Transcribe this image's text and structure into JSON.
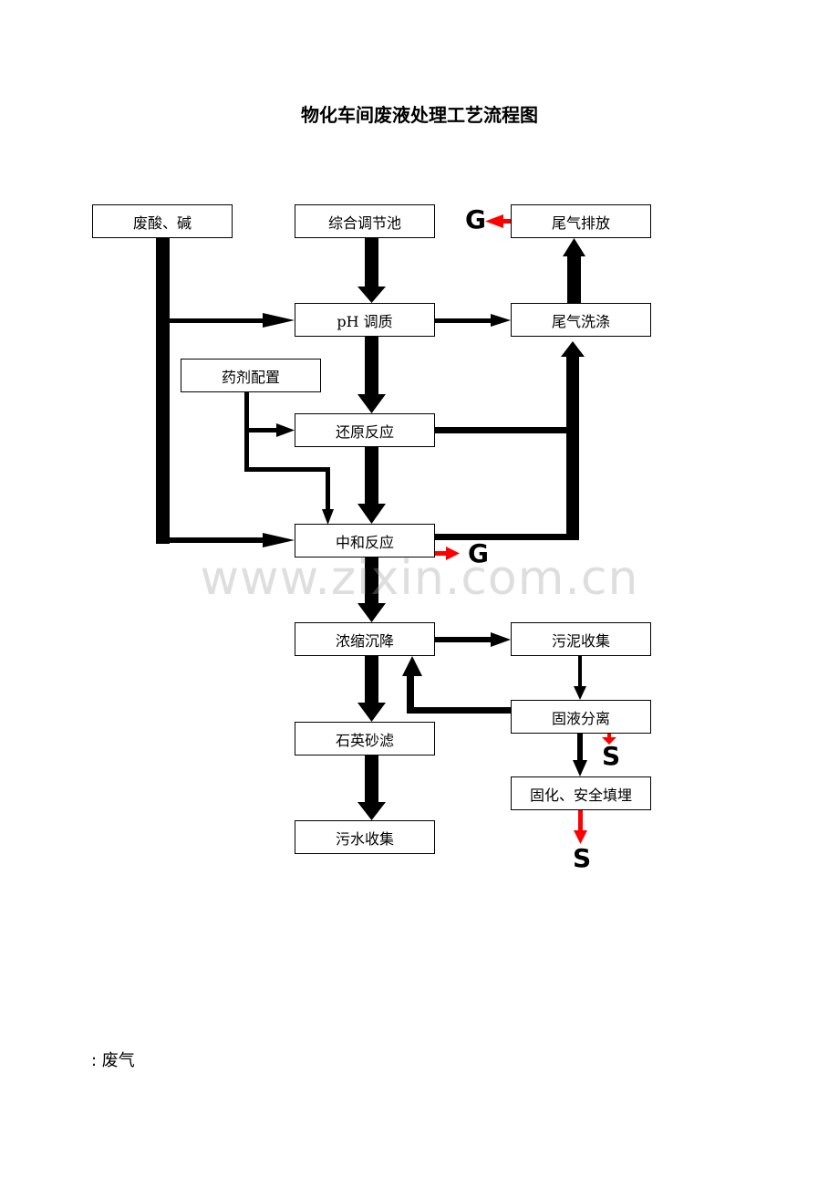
{
  "title": "物化车间废液处理工艺流程图",
  "nodes": {
    "acid_base": "废酸、碱",
    "equalization": "综合调节池",
    "tail_gas_exhaust": "尾气排放",
    "ph_adjust": "pH 调质",
    "tail_gas_scrub": "尾气洗涤",
    "reagent_prep": "药剂配置",
    "reduction": "还原反应",
    "neutralization": "中和反应",
    "thickening": "浓缩沉降",
    "sludge_collect": "污泥收集",
    "solid_liquid_sep": "固液分离",
    "quartz_filter": "石英砂滤",
    "solidify_landfill": "固化、安全填埋",
    "wastewater_collect": "污水收集"
  },
  "markers": {
    "gas": "G",
    "solid": "S"
  },
  "watermark": "www.zixin.com.cn",
  "legend": ": 废气",
  "colors": {
    "flow": "#000000",
    "emission": "#ff0000"
  }
}
